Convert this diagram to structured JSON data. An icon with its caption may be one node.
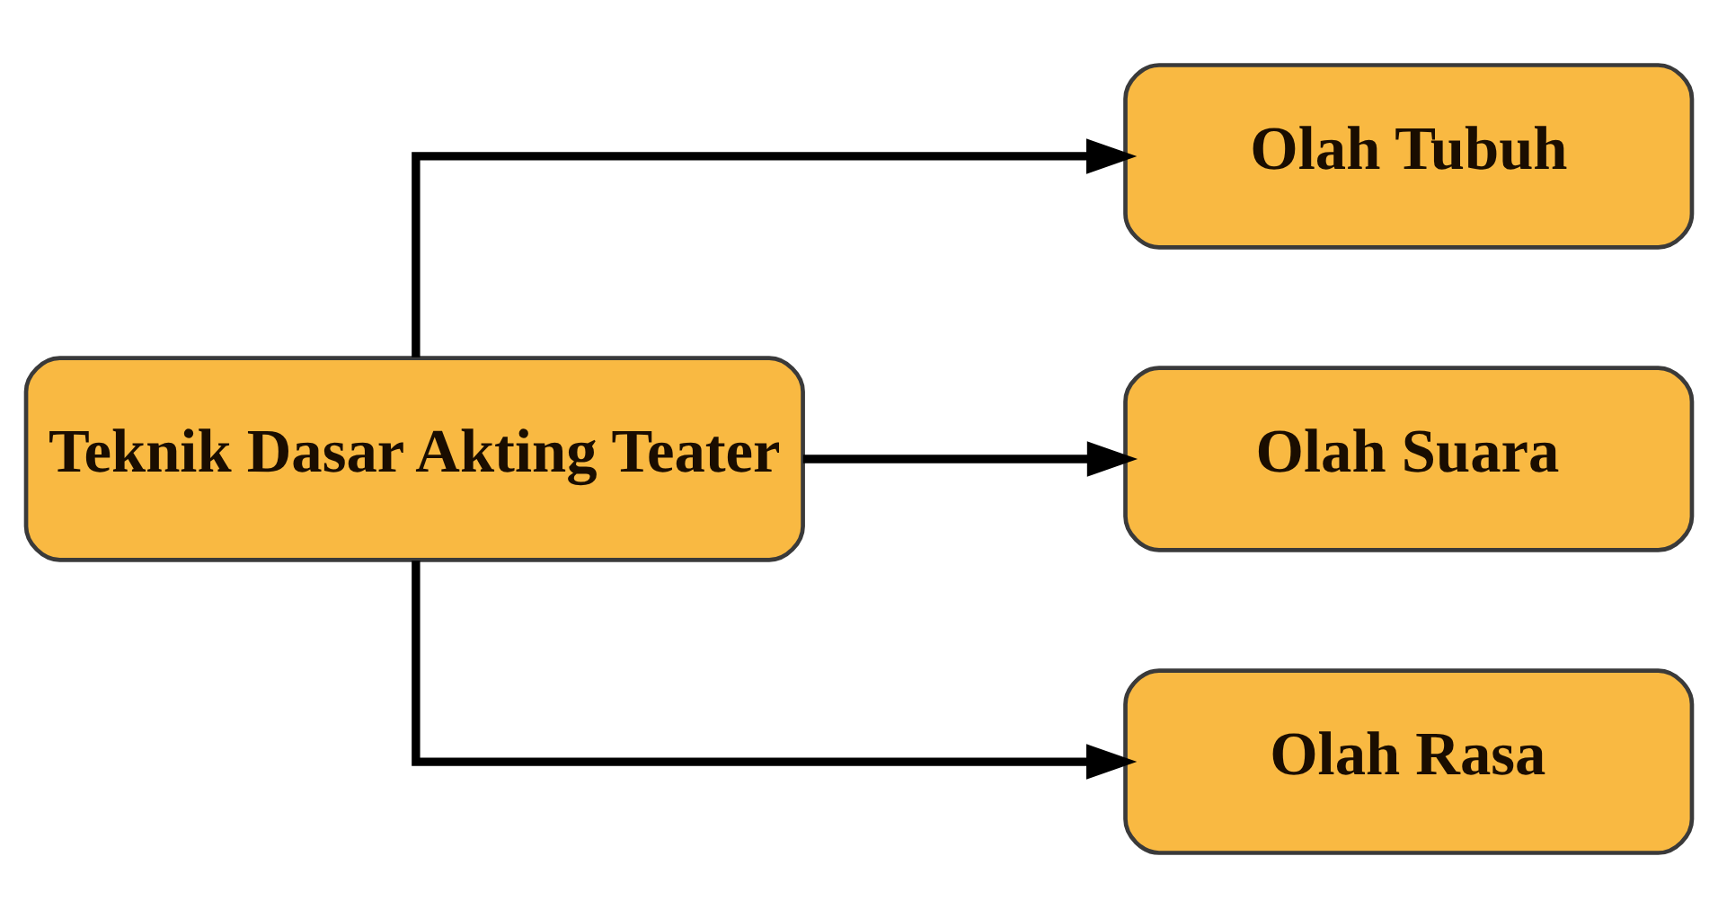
{
  "diagram": {
    "nodes": [
      {
        "text": [
          "Teknik Dasar Akting Teater"
        ]
      },
      {
        "text": [
          "Olah Tubuh"
        ]
      },
      {
        "text": [
          "Olah Suara"
        ]
      },
      {
        "text": [
          "Olah Rasa"
        ]
      }
    ],
    "edges": [
      {
        "from": 0,
        "to": 1,
        "arrow": "to"
      },
      {
        "from": 0,
        "to": 2,
        "arrow": "to"
      },
      {
        "from": 0,
        "to": 3,
        "arrow": "to"
      }
    ]
  }
}
